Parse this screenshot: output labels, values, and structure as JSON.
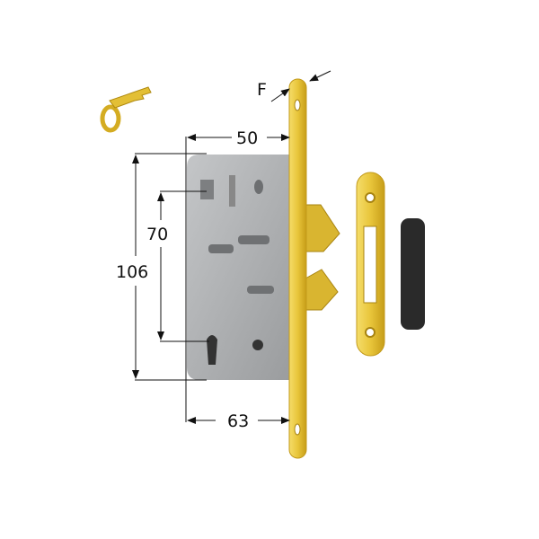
{
  "dimensions": {
    "width_label": "50",
    "backset_label": "63",
    "height_label": "106",
    "center_label": "70",
    "faceplate_label": "F"
  },
  "colors": {
    "brass": "#e8c53a",
    "steel": "#a9abad",
    "rubber": "#2a2a2a"
  }
}
